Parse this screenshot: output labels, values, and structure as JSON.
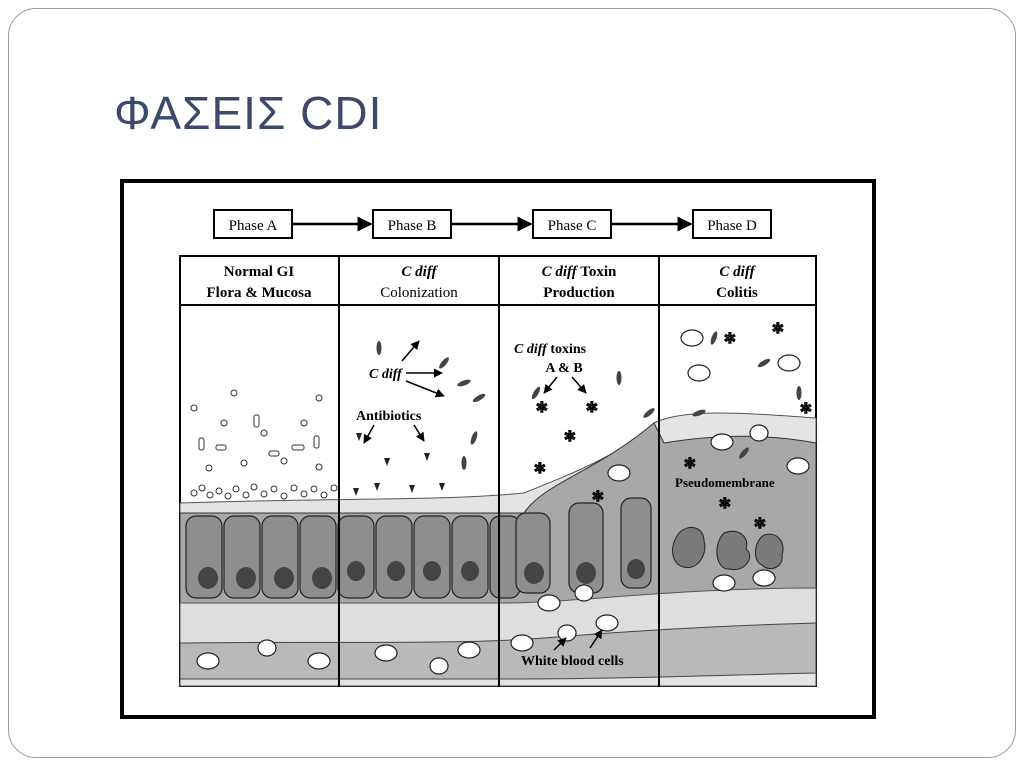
{
  "slide": {
    "title": "ΦΑΣΕΙΣ CDI"
  },
  "diagram": {
    "phases": [
      "Phase A",
      "Phase B",
      "Phase C",
      "Phase D"
    ],
    "columns": [
      {
        "line1": "Normal GI",
        "line2": "Flora & Mucosa"
      },
      {
        "line1": "C diff",
        "line2": "Colonization"
      },
      {
        "line1_italic": "C diff",
        "line1_rest": " Toxin",
        "line2": "Production"
      },
      {
        "line1": "C diff",
        "line2": "Colitis"
      }
    ],
    "labels": {
      "cdiff": "C diff",
      "antibiotics": "Antibiotics",
      "toxins_italic": "C diff",
      "toxins_rest": " toxins",
      "toxins_ab": "A & B",
      "pseudomembrane": "Pseudomembrane",
      "wbc": "White blood cells"
    }
  }
}
